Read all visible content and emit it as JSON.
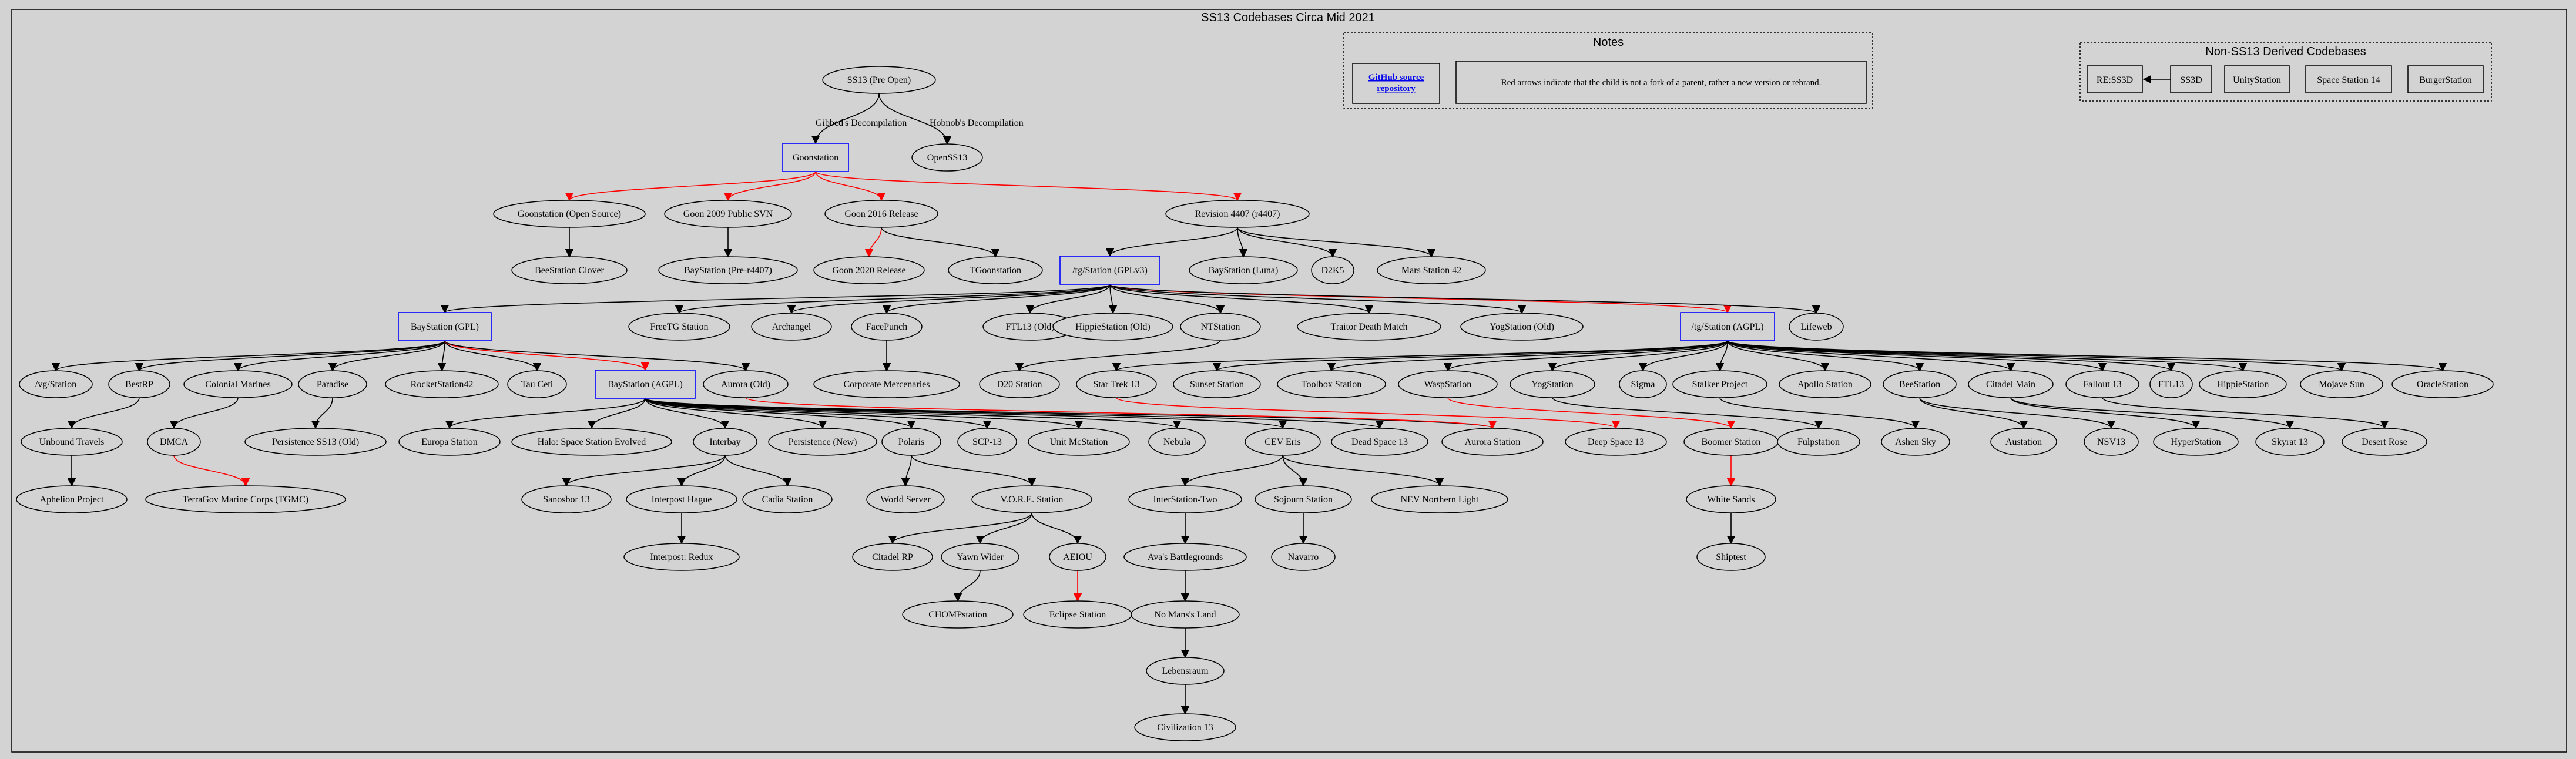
{
  "title": "SS13 Codebases Circa Mid 2021",
  "notes": {
    "title": "Notes",
    "link_label_line1": "GitHub source",
    "link_label_line2": "repository",
    "text": "Red arrows indicate that the child is not a fork of a parent, rather a new version or rebrand."
  },
  "derived": {
    "title": "Non-SS13 Derived Codebases",
    "nodes": [
      "RE:SS3D",
      "SS3D",
      "UnityStation",
      "Space Station 14",
      "BurgerStation"
    ]
  },
  "colors": {
    "background": "#d3d3d3",
    "edge": "#000000",
    "rebrand_edge": "#ff0000",
    "major_node_border": "#0000ff"
  },
  "nodes": {
    "ss13": "SS13 (Pre Open)",
    "goon": "Goonstation",
    "openss13": "OpenSS13",
    "goon_os": "Goonstation (Open Source)",
    "goon2009": "Goon 2009 Public SVN",
    "goon2016": "Goon 2016 Release",
    "r4407": "Revision 4407 (r4407)",
    "beeclover": "BeeStation Clover",
    "bay_pre": "BayStation (Pre-r4407)",
    "goon2020": "Goon 2020 Release",
    "tgoon": "TGoonstation",
    "tg_gpl": "/tg/Station (GPLv3)",
    "bay_luna": "BayStation (Luna)",
    "d2k5": "D2K5",
    "mars42": "Mars Station 42",
    "bay_gpl": "BayStation (GPL)",
    "freetg": "FreeTG Station",
    "archangel": "Archangel",
    "facepunch": "FacePunch",
    "ftl13old": "FTL13 (Old)",
    "hippie_old": "HippieStation (Old)",
    "ntstation": "NTStation",
    "traitor": "Traitor Death Match",
    "yog_old": "YogStation (Old)",
    "tg_agpl": "/tg/Station (AGPL)",
    "lifeweb": "Lifeweb",
    "vg": "/vg/Station",
    "bestrp": "BestRP",
    "colmarines": "Colonial Marines",
    "paradise": "Paradise",
    "rocket42": "RocketStation42",
    "tauceti": "Tau Ceti",
    "bay_agpl": "BayStation (AGPL)",
    "aurora_old": "Aurora (Old)",
    "corpmerc": "Corporate Mercenaries",
    "d20": "D20 Station",
    "startrek": "Star Trek 13",
    "sunset": "Sunset Station",
    "toolbox": "Toolbox Station",
    "waspstation": "WaspStation",
    "yogstation": "YogStation",
    "sigma": "Sigma",
    "stalker": "Stalker Project",
    "apollo": "Apollo Station",
    "beestation": "BeeStation",
    "citadel": "Citadel Main",
    "fallout13": "Fallout 13",
    "ftl13": "FTL13",
    "hippie": "HippieStation",
    "mojave": "Mojave Sun",
    "oracle": "OracleStation",
    "unbound": "Unbound Travels",
    "dmca": "DMCA",
    "persist_old": "Persistence SS13 (Old)",
    "europa": "Europa Station",
    "halo": "Halo: Space Station Evolved",
    "interbay": "Interbay",
    "persist_new": "Persistence (New)",
    "polaris": "Polaris",
    "scp13": "SCP-13",
    "unitmc": "Unit McStation",
    "nebula": "Nebula",
    "cev": "CEV Eris",
    "deadspace": "Dead Space 13",
    "aurora": "Aurora Station",
    "deepspace": "Deep Space 13",
    "boomer": "Boomer Station",
    "fulpstation": "Fulpstation",
    "ashensky": "Ashen Sky",
    "austation": "Austation",
    "nsv13": "NSV13",
    "hyper": "HyperStation",
    "skyrat": "Skyrat 13",
    "desertrose": "Desert Rose",
    "aphelion": "Aphelion Project",
    "tgmc": "TerraGov Marine Corps (TGMC)",
    "sanosbor": "Sanosbor 13",
    "interhague": "Interpost Hague",
    "cadia": "Cadia Station",
    "worldserver": "World Server",
    "vore": "V.O.R.E. Station",
    "interstation": "InterStation-Two",
    "sojourn": "Sojourn Station",
    "nev": "NEV Northern Light",
    "whitesands": "White Sands",
    "redux": "Interpost: Redux",
    "citadelrp": "Citadel RP",
    "yawn": "Yawn Wider",
    "aeiou": "AEIOU",
    "avas": "Ava's Battlegrounds",
    "navarro": "Navarro",
    "shiptest": "Shiptest",
    "chomp": "CHOMPstation",
    "eclipse": "Eclipse Station",
    "nomans": "No Mans's Land",
    "lebensraum": "Lebensraum",
    "civ13": "Civilization 13"
  },
  "edge_labels": {
    "gibbed": "Gibbed's Decompilation",
    "hobnob": "Hobnob's Decompilation"
  }
}
